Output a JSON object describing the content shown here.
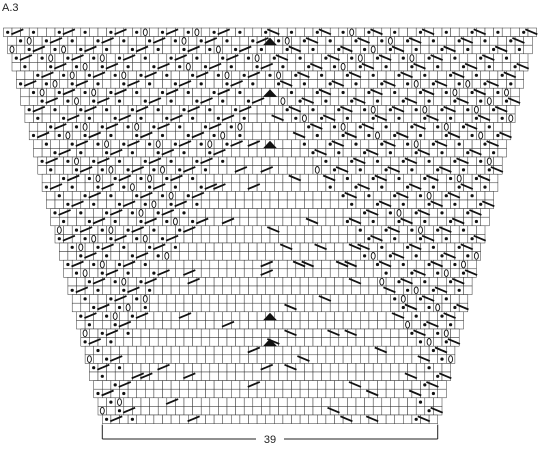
{
  "diagram": {
    "title": "A.3",
    "width_label": "39",
    "colors": {
      "grid_line": "#333333",
      "cell_fill": "#ffffff",
      "symbol": "#111111",
      "background": "#ffffff"
    },
    "symbols": [
      "knit-square",
      "purl-dot",
      "slanted-decrease",
      "yarn-over",
      "triangle-decrease"
    ]
  }
}
